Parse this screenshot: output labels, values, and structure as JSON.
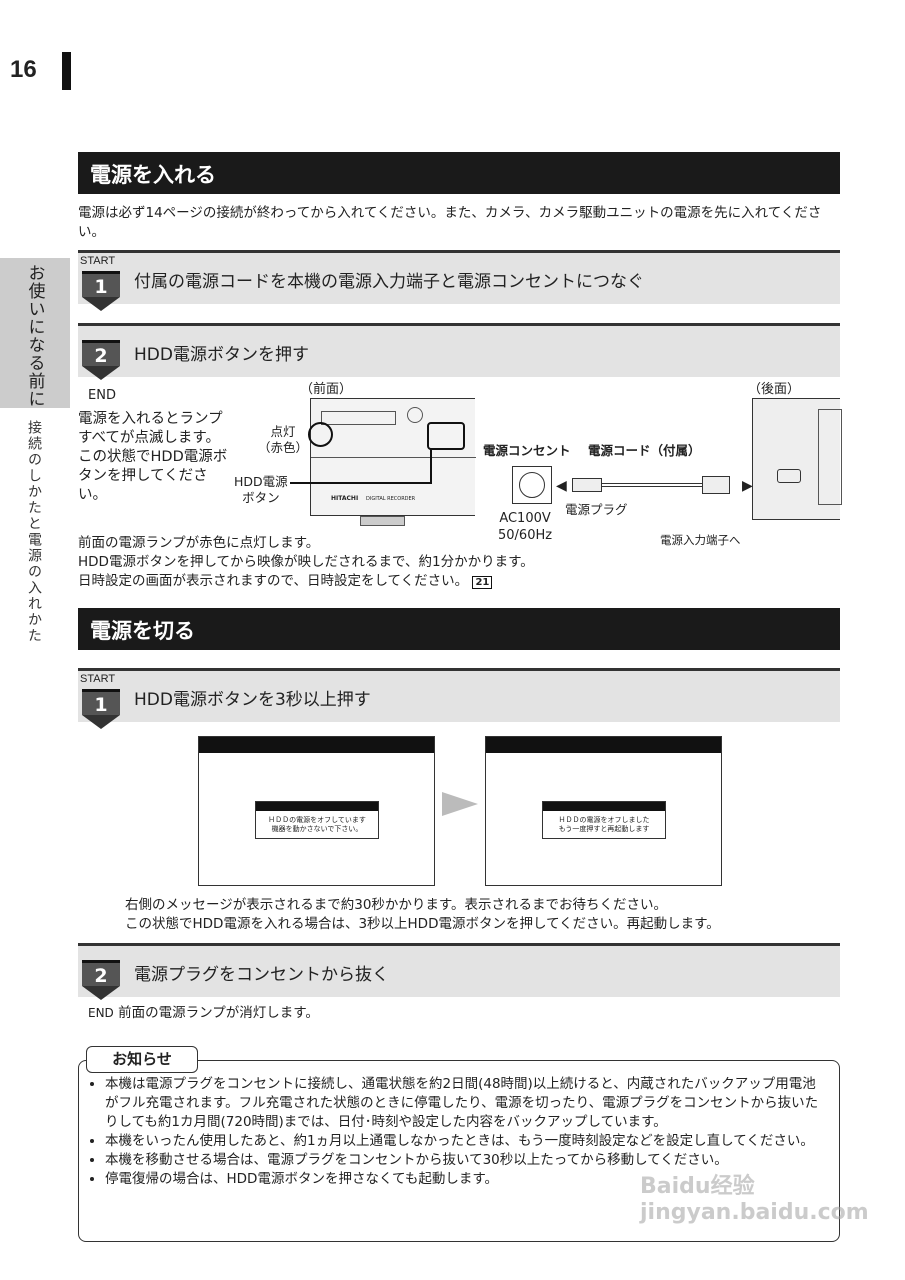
{
  "page_number": "16",
  "side_tab": {
    "chapter": "お使いになる前に",
    "section": "接続のしかたと電源の入れかた"
  },
  "power_on": {
    "title": "電源を入れる",
    "intro": "電源は必ず14ページの接続が終わってから入れてください。また、カメラ、カメラ駆動ユニットの電源を先に入れてください。",
    "start_label": "START",
    "end_label": "END",
    "steps": [
      {
        "num": "1",
        "text": "付属の電源コードを本機の電源入力端子と電源コンセントにつなぐ"
      },
      {
        "num": "2",
        "text": "HDD電源ボタンを押す"
      }
    ],
    "left_note": "電源を入れるとランプすべてが点滅します。この状態でHDD電源ボタンを押してください。",
    "figure": {
      "front": "（前面）",
      "rear": "（後面）",
      "lamp": "点灯",
      "lamp_color": "（赤色）",
      "hdd_button": "HDD電源",
      "hdd_button2": "ボタン",
      "outlet": "電源コンセント",
      "cord": "電源コード（付属）",
      "plug": "電源プラグ",
      "voltage": "AC100V",
      "freq": "50/60Hz",
      "input": "電源入力端子へ",
      "brand": "HITACHI",
      "model": "DIGITAL RECORDER"
    },
    "notes": [
      "前面の電源ランプが赤色に点灯します。",
      "HDD電源ボタンを押してから映像が映しだされるまで、約1分かかります。",
      "日時設定の画面が表示されますので、日時設定をしてください。"
    ],
    "page_ref": "21"
  },
  "power_off": {
    "title": "電源を切る",
    "start_label": "START",
    "end_label": "END",
    "steps": [
      {
        "num": "1",
        "text": "HDD電源ボタンを3秒以上押す"
      },
      {
        "num": "2",
        "text": "電源プラグをコンセントから抜く"
      }
    ],
    "screen1": [
      "ＨＤＤの電源をオフしています",
      "機器を動かさないで下さい。"
    ],
    "screen2": [
      "ＨＤＤの電源をオフしました",
      "もう一度押すと再起動します"
    ],
    "captions": [
      "右側のメッセージが表示されるまで約30秒かかります。表示されるまでお待ちください。",
      "この状態でHDD電源を入れる場合は、3秒以上HDD電源ボタンを押してください。再起動します。"
    ],
    "end_note": "前面の電源ランプが消灯します。"
  },
  "notice": {
    "label": "お知らせ",
    "items": [
      "本機は電源プラグをコンセントに接続し、通電状態を約2日間(48時間)以上続けると、内蔵されたバックアップ用電池がフル充電されます。フル充電された状態のときに停電したり、電源を切ったり、電源プラグをコンセントから抜いたりしても約1カ月間(720時間)までは、日付･時刻や設定した内容をバックアップしています。",
      "本機をいったん使用したあと、約1ヵ月以上通電しなかったときは、もう一度時刻設定などを設定し直してください。",
      "本機を移動させる場合は、電源プラグをコンセントから抜いて30秒以上たってから移動してください。",
      "停電復帰の場合は、HDD電源ボタンを押さなくても起動します。"
    ]
  },
  "watermark": "Baidu经验 jingyan.baidu.com"
}
